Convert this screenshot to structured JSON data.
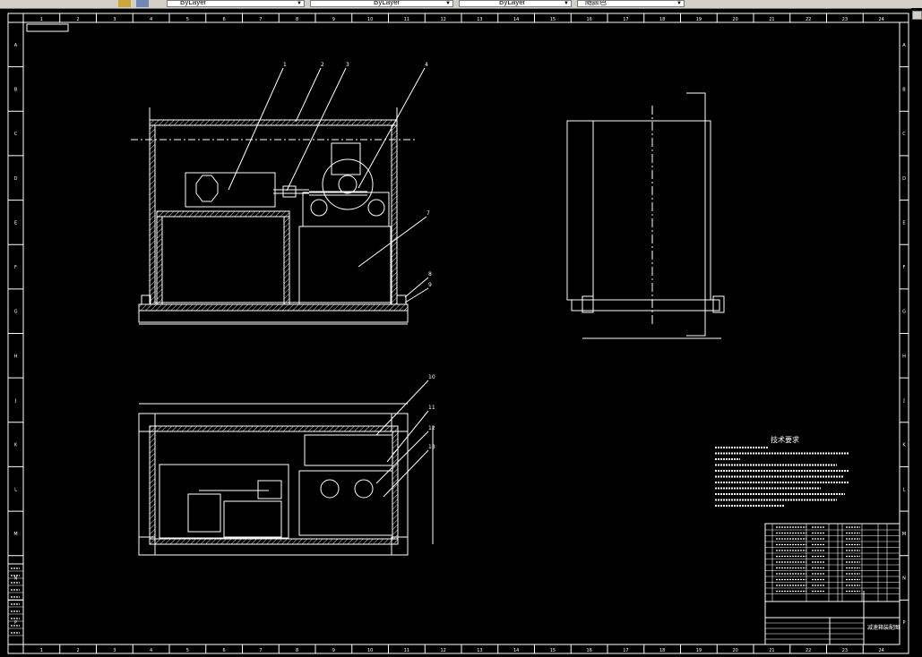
{
  "toolbar": {
    "layer_combo_1": "ByLayer",
    "layer_combo_2": "ByLayer",
    "layer_combo_3": "ByLayer",
    "color_combo": "随颜色"
  },
  "colors": {
    "background": "#000000",
    "lines": "#ffffff",
    "toolbar": "#d4d0c8"
  },
  "drawing": {
    "front_view_part_labels": [
      "1",
      "2",
      "3",
      "4",
      "7",
      "8",
      "9"
    ],
    "top_view_part_labels": [
      "10",
      "11",
      "12",
      "13"
    ],
    "border_numbers_top": [
      "1",
      "2",
      "3",
      "4",
      "5",
      "6",
      "7",
      "8",
      "9",
      "10",
      "11",
      "12",
      "13",
      "14",
      "15",
      "16",
      "17",
      "18",
      "19",
      "20",
      "21",
      "22",
      "23",
      "24"
    ],
    "border_letters_left": [
      "A",
      "B",
      "C",
      "D",
      "E",
      "F",
      "G",
      "H",
      "J",
      "K",
      "L",
      "M",
      "N",
      "P"
    ],
    "tech_req_title": "技术要求",
    "title_block_name": "减速箱装配图"
  }
}
